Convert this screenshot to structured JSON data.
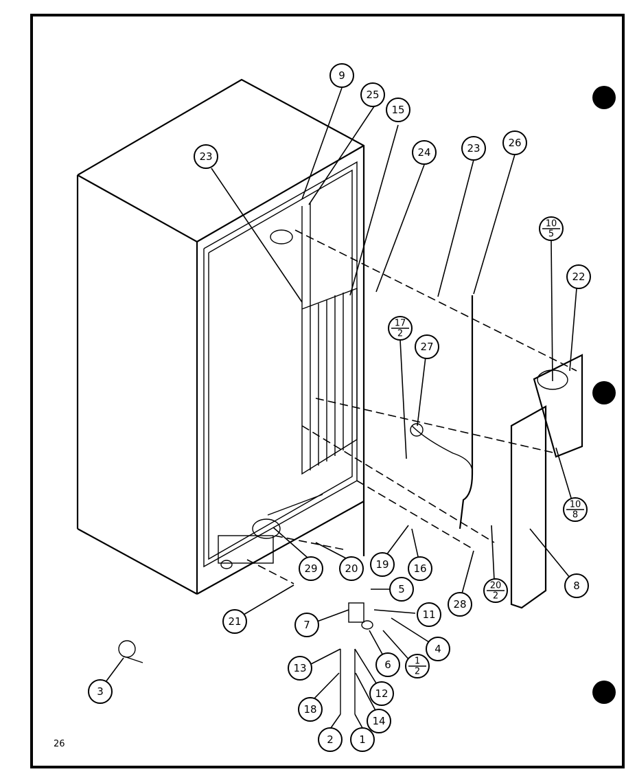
{
  "diagram": {
    "page_number": "26",
    "callouts": [
      {
        "id": "c9",
        "label": "9"
      },
      {
        "id": "c25",
        "label": "25"
      },
      {
        "id": "c15",
        "label": "15"
      },
      {
        "id": "c23a",
        "label": "23"
      },
      {
        "id": "c24",
        "label": "24"
      },
      {
        "id": "c23b",
        "label": "23"
      },
      {
        "id": "c26",
        "label": "26"
      },
      {
        "id": "c22",
        "label": "22"
      },
      {
        "id": "c27",
        "label": "27"
      },
      {
        "id": "c8",
        "label": "8"
      },
      {
        "id": "c29",
        "label": "29"
      },
      {
        "id": "c20",
        "label": "20"
      },
      {
        "id": "c19",
        "label": "19"
      },
      {
        "id": "c16",
        "label": "16"
      },
      {
        "id": "c28",
        "label": "28"
      },
      {
        "id": "c21",
        "label": "21"
      },
      {
        "id": "c5",
        "label": "5"
      },
      {
        "id": "c11",
        "label": "11"
      },
      {
        "id": "c7",
        "label": "7"
      },
      {
        "id": "c4",
        "label": "4"
      },
      {
        "id": "c6",
        "label": "6"
      },
      {
        "id": "c13",
        "label": "13"
      },
      {
        "id": "c12",
        "label": "12"
      },
      {
        "id": "c18",
        "label": "18"
      },
      {
        "id": "c14",
        "label": "14"
      },
      {
        "id": "c2",
        "label": "2"
      },
      {
        "id": "c1",
        "label": "1"
      },
      {
        "id": "c3",
        "label": "3"
      }
    ],
    "fraction_callouts": [
      {
        "id": "f10-5",
        "top": "10",
        "bottom": "5"
      },
      {
        "id": "f17-2",
        "top": "17",
        "bottom": "2"
      },
      {
        "id": "f10-8",
        "top": "10",
        "bottom": "8"
      },
      {
        "id": "f20-2",
        "top": "20",
        "bottom": "2"
      },
      {
        "id": "f1-2",
        "top": "1",
        "bottom": "2"
      }
    ]
  }
}
